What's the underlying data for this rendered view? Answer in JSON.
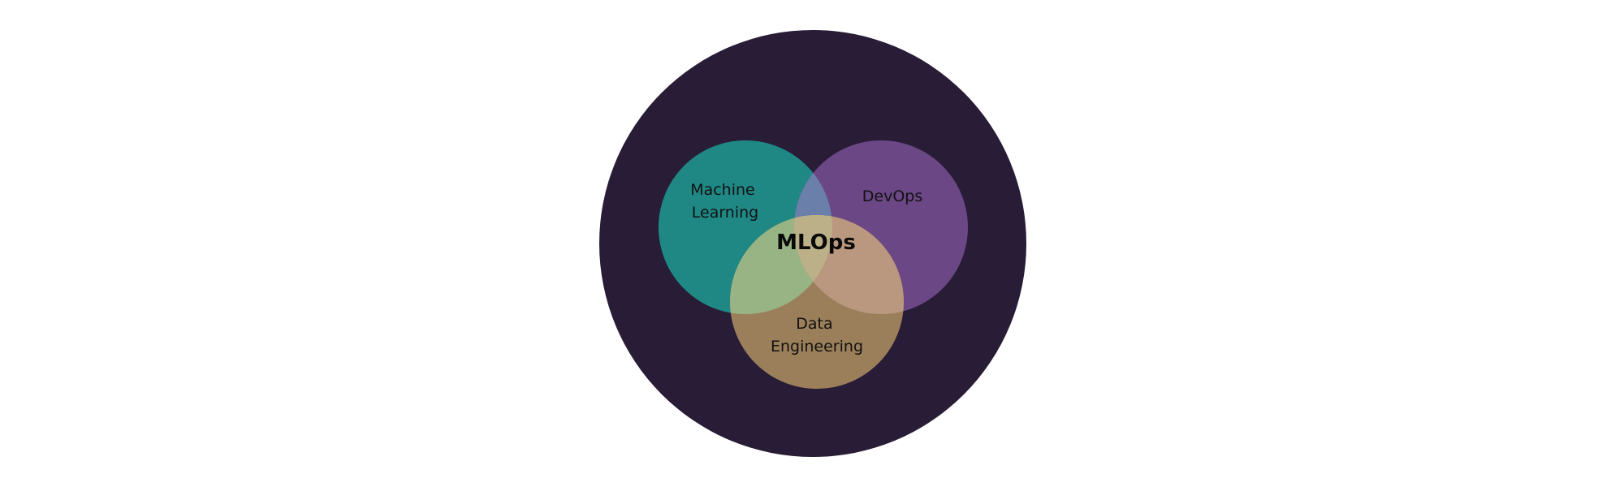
{
  "diagram": {
    "title": "MLOps",
    "type": "venn",
    "outer_color": "#281c36",
    "sets": [
      {
        "id": "ml",
        "label_lines": [
          "Machine",
          "Learning"
        ],
        "color": "#1f8885"
      },
      {
        "id": "devops",
        "label_lines": [
          "DevOps"
        ],
        "color": "#6b4786"
      },
      {
        "id": "data",
        "label_lines": [
          "Data",
          "Engineering"
        ],
        "color": "#9b7f5a"
      }
    ],
    "overlaps": {
      "ml_devops": "#6a7fa9",
      "ml_data": "#98b484",
      "devops_data": "#b9987f",
      "all": "#bcb089"
    },
    "center_label": "MLOps"
  }
}
